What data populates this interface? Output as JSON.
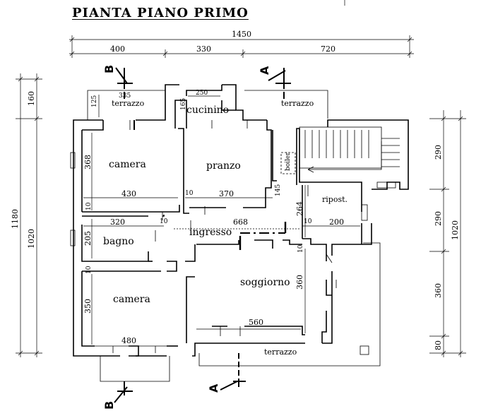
{
  "title": "PIANTA  PIANO  PRIMO",
  "dimensions": {
    "top_total": "1450",
    "top_a": "400",
    "top_b": "330",
    "top_c": "720",
    "left_outer": "1180",
    "left_inner": "1020",
    "left_top": "160",
    "right_a": "290",
    "right_b": "290",
    "right_c": "360",
    "right_d": "80",
    "right_total": "1020"
  },
  "rooms": {
    "terrazzo_left": "terrazzo",
    "cucinino": "cucinino",
    "terrazzo_top": "terrazzo",
    "camera_top": "camera",
    "pranzo": "pranzo",
    "ripost": "ripost.",
    "ingresso": "ingresso",
    "bagno": "bagno",
    "soggiorno": "soggiorno",
    "camera_bottom": "camera",
    "terrazzo_bottom": "terrazzo"
  },
  "inner_dims": {
    "d335": "335",
    "d250": "250",
    "d125": "125",
    "d165": "165",
    "d368": "368",
    "d430": "430",
    "d10a": "10",
    "d370": "370",
    "d145": "145",
    "d10b": "10",
    "d320": "320",
    "d10c": "10",
    "d668": "668",
    "d264": "264",
    "d10d": "10",
    "d200": "200",
    "d205": "205",
    "d10e": "10",
    "d10f": "10",
    "d360": "360",
    "d350": "350",
    "d560": "560",
    "d480": "480",
    "boiler": "boiler"
  },
  "sections": {
    "a": "A",
    "b": "B"
  }
}
